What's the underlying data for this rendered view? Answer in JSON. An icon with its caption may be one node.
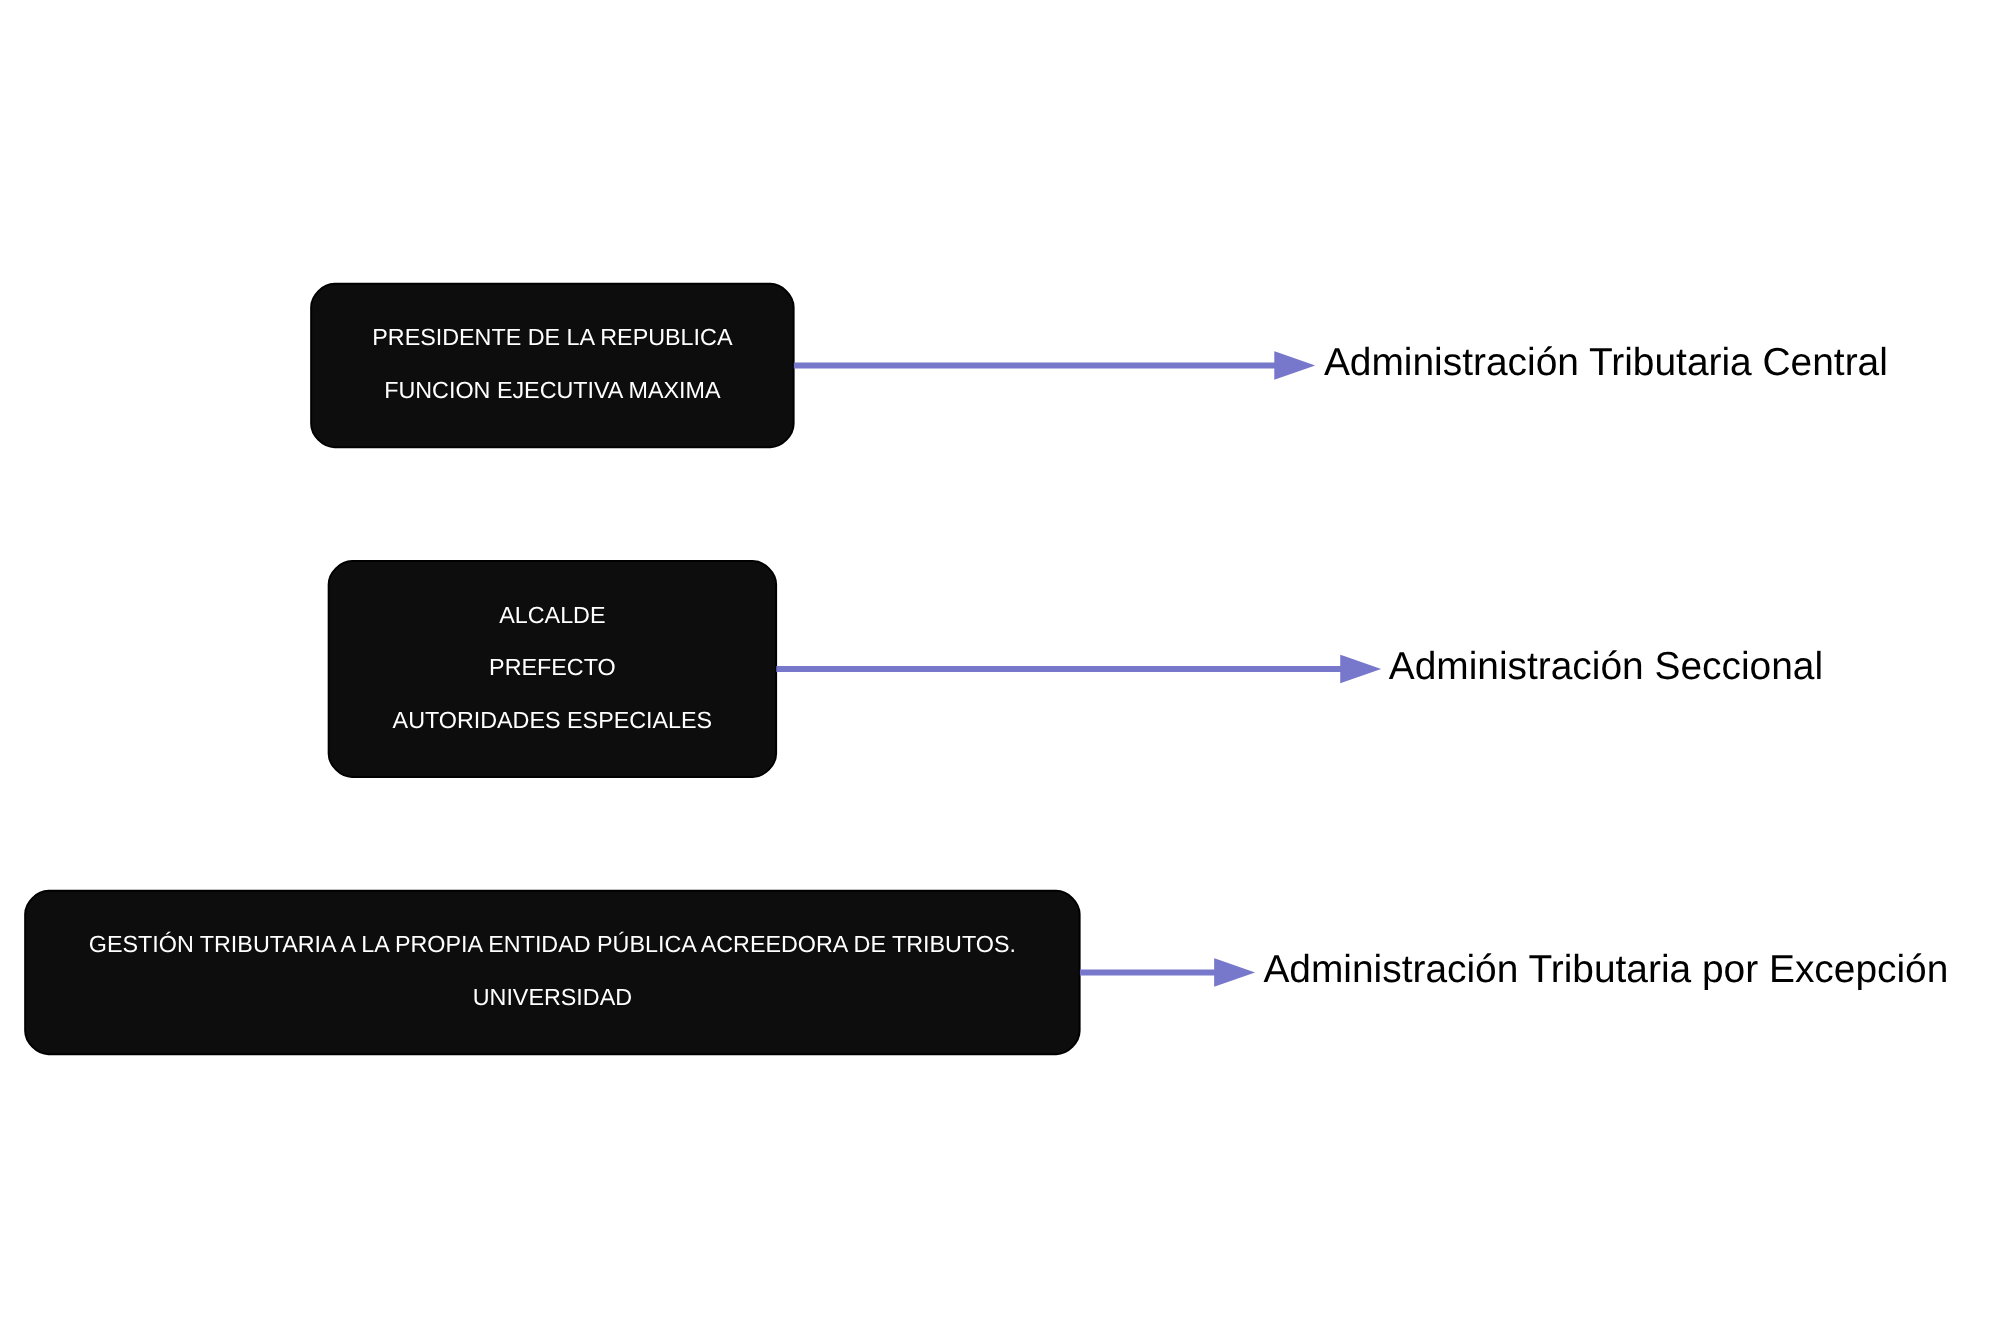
{
  "diagram": {
    "nodes": [
      {
        "text": [
          "PRESIDENTE DE LA REPUBLICA",
          "FUNCION EJECUTIVA MAXIMA"
        ]
      },
      {
        "text": [
          "Administración Tributaria Central"
        ]
      },
      {
        "text": [
          "ALCALDE",
          "PREFECTO",
          "AUTORIDADES ESPECIALES"
        ]
      },
      {
        "text": [
          "Administración Seccional"
        ]
      },
      {
        "text": [
          "GESTIÓN TRIBUTARIA A LA PROPIA ENTIDAD PÚBLICA ACREEDORA DE TRIBUTOS.",
          "UNIVERSIDAD"
        ]
      },
      {
        "text": [
          "Administración Tributaria por Excepción"
        ]
      }
    ],
    "edges": [
      {
        "from": 0,
        "to": 1,
        "arrow": "to",
        "color": "#7777cc"
      },
      {
        "from": 2,
        "to": 3,
        "arrow": "to",
        "color": "#7777cc"
      },
      {
        "from": 4,
        "to": 5,
        "arrow": "to",
        "color": "#7777cc"
      }
    ]
  }
}
